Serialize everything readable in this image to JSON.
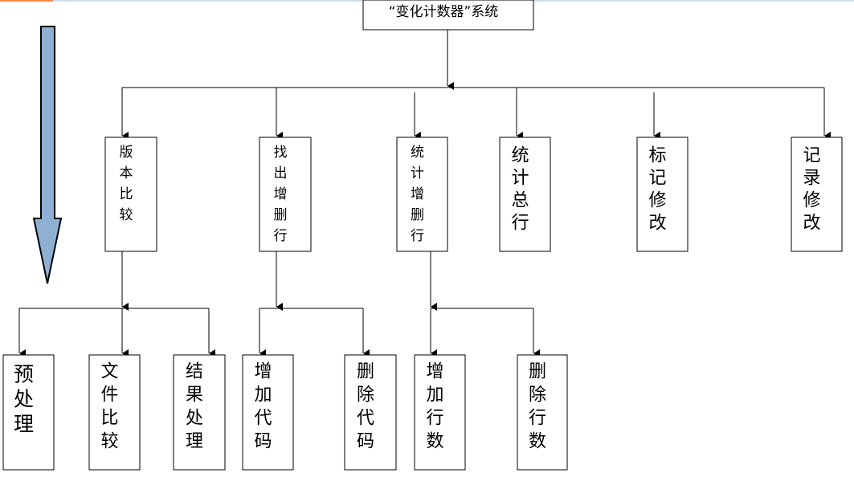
{
  "colors": {
    "top_left_accent": "#f08a4b",
    "top_line": "#b9d3e8",
    "arrow_fill": "#8fb0d3",
    "arrow_stroke": "#000000"
  },
  "diagram": {
    "root": {
      "label": "“变化计数器”系统"
    },
    "modules": [
      {
        "id": "m1",
        "label": "版本比较"
      },
      {
        "id": "m2",
        "label": "找出增删行"
      },
      {
        "id": "m3",
        "label": "统计增删行"
      },
      {
        "id": "m4",
        "label": "统计总行"
      },
      {
        "id": "m5",
        "label": "标记修改"
      },
      {
        "id": "m6",
        "label": "记录修改"
      }
    ],
    "submodules": [
      {
        "id": "s1",
        "parent": "m1",
        "label": "预处理"
      },
      {
        "id": "s2",
        "parent": "m1",
        "label": "文件比较"
      },
      {
        "id": "s3",
        "parent": "m1",
        "label": "结果处理"
      },
      {
        "id": "s4",
        "parent": "m2",
        "label": "增加代码"
      },
      {
        "id": "s5",
        "parent": "m2",
        "label": "删除代码"
      },
      {
        "id": "s6",
        "parent": "m3",
        "label": "增加行数"
      },
      {
        "id": "s7",
        "parent": "m3",
        "label": "删除行数"
      }
    ]
  }
}
